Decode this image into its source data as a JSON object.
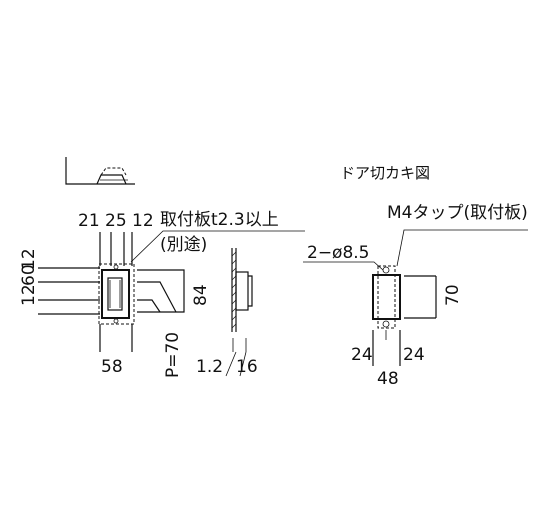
{
  "left_view": {
    "top_dims": [
      "21",
      "25",
      "12"
    ],
    "left_dims": [
      "12",
      "60",
      "12"
    ],
    "callout_plate": "取付板t2.3以上",
    "callout_separate": "(別途)",
    "dim_84": "84",
    "dim_58": "58",
    "dim_pitch": "P=70",
    "dim_thickness": "1.2",
    "dim_16": "16"
  },
  "cutout_view": {
    "title": "ドア切カキ図",
    "tap_label": "M4タップ(取付板)",
    "hole_label": "2−ø8.5",
    "dim_70": "70",
    "dim_24_left": "24",
    "dim_24_right": "24",
    "dim_48": "48"
  }
}
